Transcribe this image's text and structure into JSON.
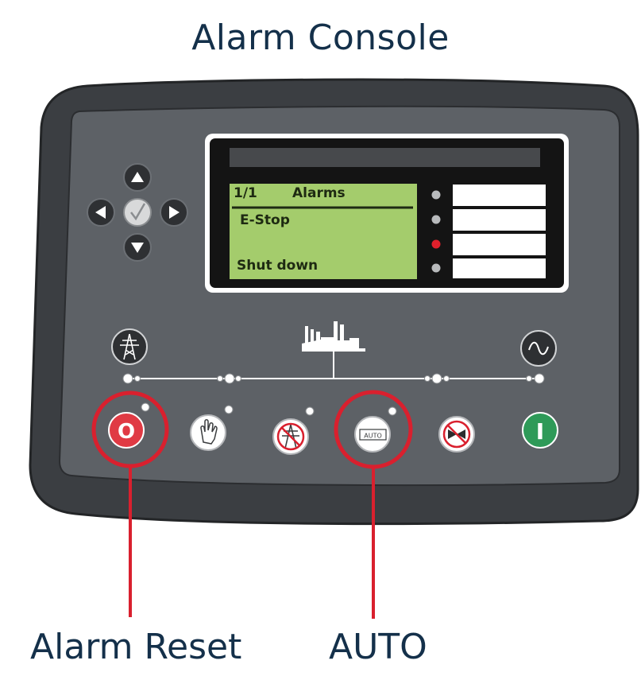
{
  "title": "Alarm Console",
  "display": {
    "page_indicator": "1/1",
    "heading": "Alarms",
    "line1": "E-Stop",
    "line2": "Shut down",
    "indicator_leds": [
      "off",
      "off",
      "active",
      "off"
    ]
  },
  "buttons": {
    "stop": "O",
    "auto": "AUTO",
    "start": "I"
  },
  "callouts": {
    "alarm_reset": "Alarm Reset",
    "auto": "AUTO"
  },
  "colors": {
    "title_text": "#14304a",
    "callout_ring": "#d9202e",
    "lcd_green": "#a4cc6c",
    "stop_red": "#e03a44",
    "start_green": "#2e9a58",
    "led_active": "#e0202c"
  }
}
